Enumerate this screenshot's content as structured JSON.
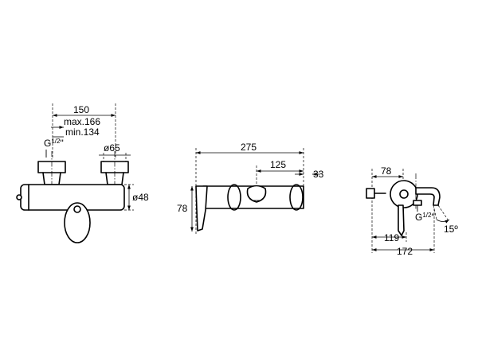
{
  "dimensions": {
    "front": {
      "outer_spacing": "150",
      "max_spacing": "max.166",
      "min_spacing": "min.134",
      "thread_prefix": "G",
      "thread_fraction": "1/2",
      "thread_suffix": "\"",
      "diameter_connector": "ø65",
      "diameter_body": "ø48"
    },
    "side": {
      "overall_width": "275",
      "spout_offset": "125",
      "depth_small": "33",
      "height": "78"
    },
    "end": {
      "depth_top": "78",
      "thread_prefix": "G",
      "thread_fraction": "1/2",
      "thread_suffix": "\"",
      "angle": "15º",
      "projection_inner": "119",
      "projection_total": "172"
    }
  },
  "colors": {
    "line": "#000000",
    "background": "#ffffff"
  }
}
